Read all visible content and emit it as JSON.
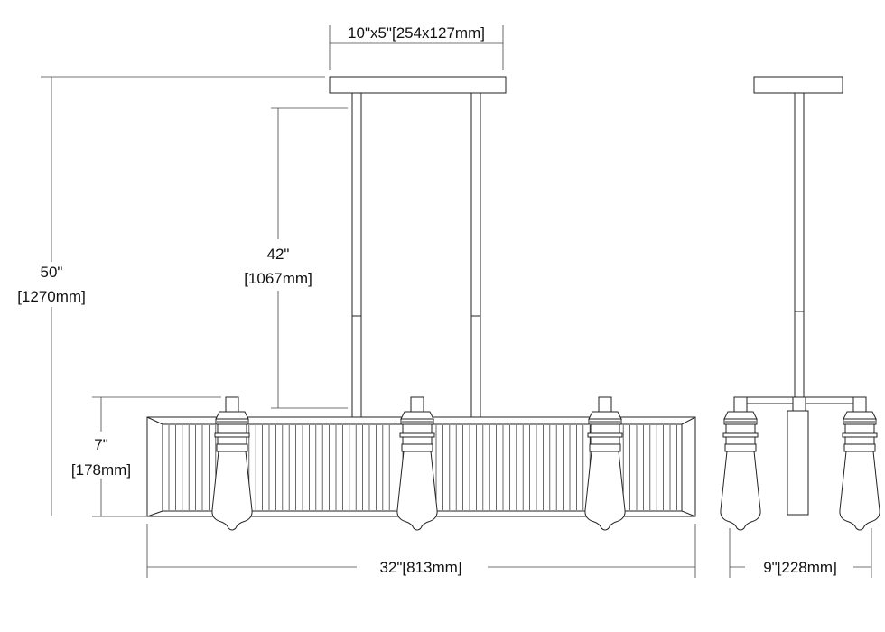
{
  "title": "Linear chandelier dimension drawing",
  "dimensions": {
    "canopy": "10\"x5\"[254x127mm]",
    "overall_height_in": "50\"",
    "overall_height_mm": "[1270mm]",
    "rod_length_in": "42\"",
    "rod_length_mm": "[1067mm]",
    "fixture_height_in": "7\"",
    "fixture_height_mm": "[178mm]",
    "width": "32\"[813mm]",
    "depth": "9\"[228mm]"
  },
  "views": [
    "front-view",
    "side-view"
  ],
  "bulb_count_front": 3,
  "bulb_count_side": 2
}
